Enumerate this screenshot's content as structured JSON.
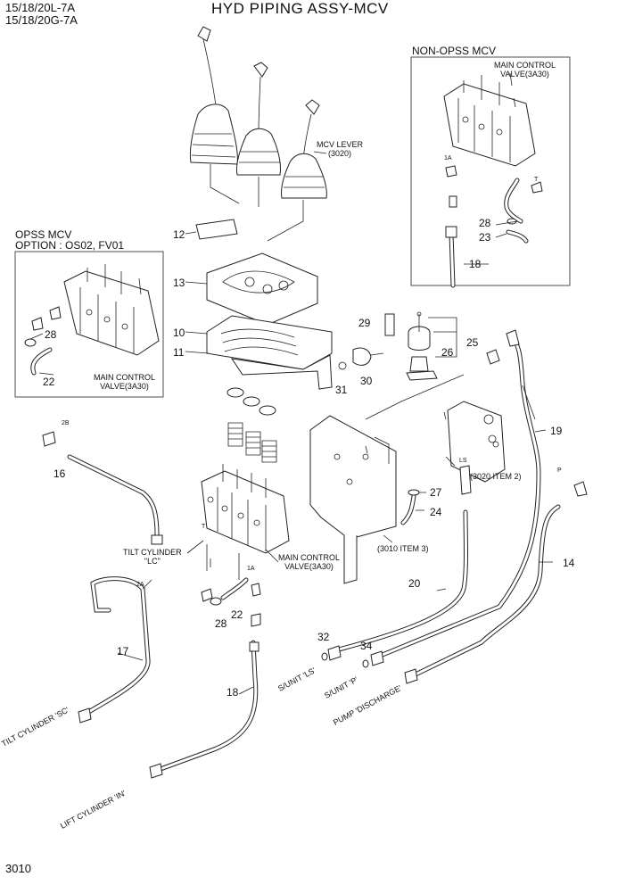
{
  "header": {
    "model_line1": "15/18/20L-7A",
    "model_line2": "15/18/20G-7A",
    "title": "HYD PIPING ASSY-MCV"
  },
  "page_number": "3010",
  "non_opss_box": {
    "title": "NON-OPSS MCV",
    "valve_label": "MAIN CONTROL\nVALVE(3A30)",
    "port_1a": "1A",
    "port_t": "T",
    "callouts": [
      "28",
      "23",
      "18"
    ]
  },
  "opss_box": {
    "title": "OPSS MCV",
    "option": "OPTION : OS02, FV01",
    "valve_label": "MAIN CONTROL\nVALVE(3A30)",
    "callouts": [
      "28",
      "22"
    ]
  },
  "labels": {
    "mcv_lever": "MCV LEVER\n(3020)",
    "main_control_valve": "MAIN CONTROL\nVALVE(3A30)",
    "item_3020_2": "(3020 ITEM 2)",
    "item_3010_3": "(3010 ITEM 3)",
    "tilt_cylinder_lc": "TILT CYLINDER\n\"LC\"",
    "tilt_cylinder_sc": "TILT CYLINDER 'SC'",
    "lift_cylinder_in": "LIFT CYLINDER 'IN'",
    "sunit_ls": "S/UNIT 'LS'",
    "sunit_p": "S/UNIT 'P'",
    "pump_discharge": "PUMP 'DISCHARGE'",
    "port_2b": "2B",
    "port_2a": "2A",
    "port_1a": "1A",
    "port_t": "T",
    "port_ls": "LS",
    "port_p": "P"
  },
  "callouts": {
    "c12": "12",
    "c13": "13",
    "c10": "10",
    "c11": "11",
    "c29": "29",
    "c25": "25",
    "c26": "26",
    "c31": "31",
    "c30": "30",
    "c19": "19",
    "c16": "16",
    "c27": "27",
    "c24": "24",
    "c22": "22",
    "c28": "28",
    "c17": "17",
    "c20": "20",
    "c14": "14",
    "c32": "32",
    "c34": "34",
    "c18": "18"
  }
}
